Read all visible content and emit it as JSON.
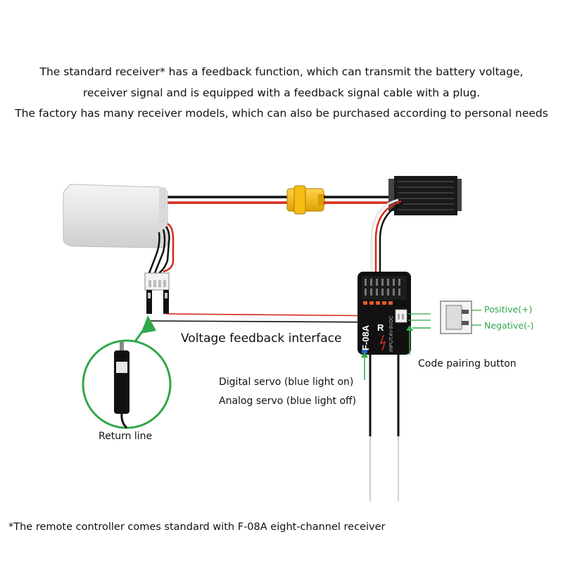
{
  "intro": {
    "line1": "The standard receiver* has a feedback function, which can transmit the battery voltage,",
    "line2": "receiver signal and is equipped with a feedback signal cable with a plug.",
    "line3": "The factory has many receiver models, which can also be purchased according to personal needs"
  },
  "labels": {
    "voltage_feedback": "Voltage feedback interface",
    "code_pairing": "Code pairing button",
    "positive": "Positive(+)",
    "negative": "Negative(-)",
    "digital_servo": "Digital servo (blue light on)",
    "analog_servo": "Analog servo (blue light off)",
    "return_line": "Return line"
  },
  "receiver": {
    "model": "F-08A",
    "brand": "R",
    "input": "INPUT:4V-9VDC"
  },
  "footnote": "*The remote controller comes standard with F-08A eight-channel receiver",
  "colors": {
    "annotation_green": "#2fa84a",
    "wire_red": "#d42a1e",
    "xt60_yellow": "#f0b400"
  }
}
